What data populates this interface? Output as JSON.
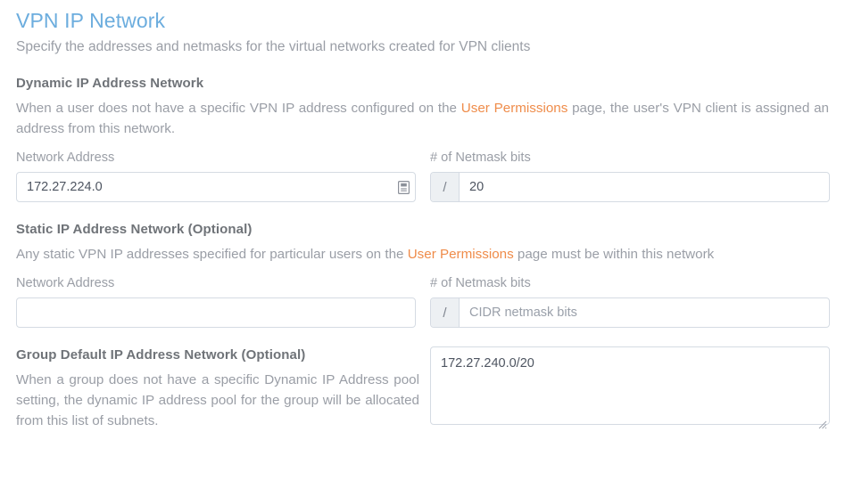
{
  "header": {
    "title": "VPN IP Network",
    "subtitle": "Specify the addresses and netmasks for the virtual networks created for VPN clients"
  },
  "sections": [
    {
      "heading": "Dynamic IP Address Network",
      "desc_before": "When a user does not have a specific VPN IP address configured on the ",
      "desc_link": "User Permissions",
      "desc_after": " page, the user's VPN client is assigned an address from this network.",
      "network_label": "Network Address",
      "network_value": "172.27.224.0",
      "network_placeholder": "",
      "netmask_label": "# of Netmask bits",
      "netmask_prefix": "/",
      "netmask_value": "20",
      "netmask_placeholder": ""
    },
    {
      "heading": "Static IP Address Network (Optional)",
      "desc_before": "Any static VPN IP addresses specified for particular users on the ",
      "desc_link": "User Permissions",
      "desc_after": " page must be within this network",
      "network_label": "Network Address",
      "network_value": "",
      "network_placeholder": "",
      "netmask_label": "# of Netmask bits",
      "netmask_prefix": "/",
      "netmask_value": "",
      "netmask_placeholder": "CIDR netmask bits"
    }
  ],
  "group_section": {
    "heading": "Group Default IP Address Network (Optional)",
    "desc": "When a group does not have a specific Dynamic IP Address pool setting, the dynamic IP address pool for the group will be allocated from this list of subnets.",
    "textarea_value": "172.27.240.0/20",
    "textarea_placeholder": ""
  },
  "colors": {
    "title": "#6cadde",
    "link": "#ef8c4a",
    "muted_text": "#9a9ea6",
    "heading_text": "#6f7378",
    "input_border": "#d5dbe3",
    "prefix_bg": "#edf0f3"
  },
  "icons": {
    "network_field_trailing": "form-autofill-icon",
    "textarea_resize": "resize-handle-icon"
  }
}
